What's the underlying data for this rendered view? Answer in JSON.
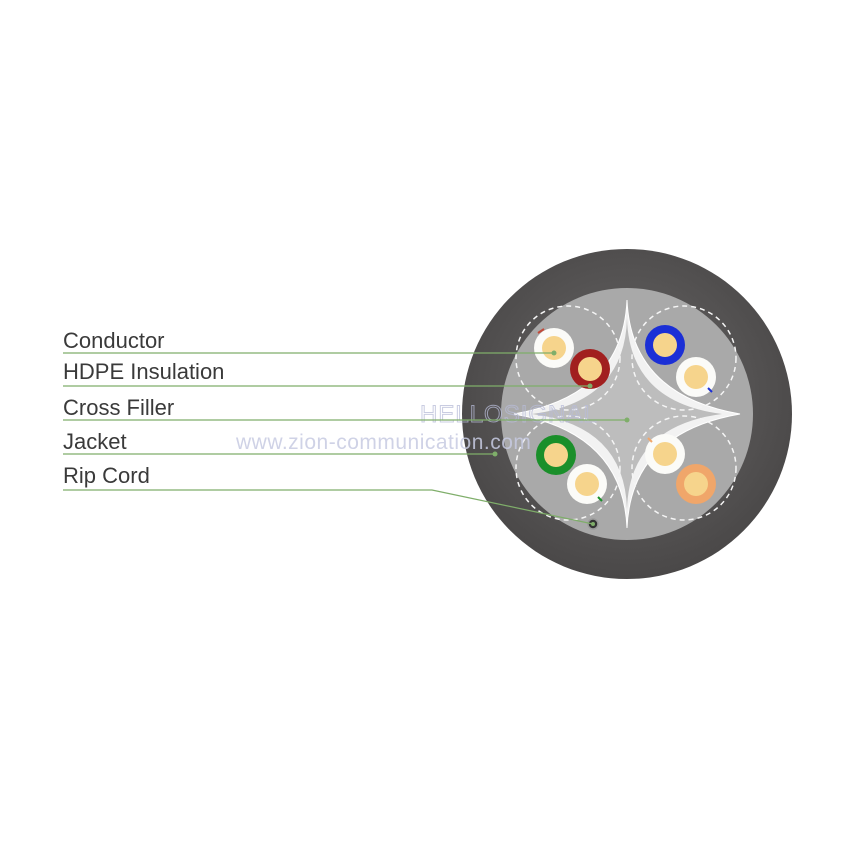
{
  "labels": {
    "conductor": "Conductor",
    "insulation": "HDPE Insulation",
    "cross_filler": "Cross Filler",
    "jacket": "Jacket",
    "rip_cord": "Rip Cord"
  },
  "watermark": {
    "brand": "HELLOSIGNAL",
    "url": "www.zion-communication.com"
  },
  "colors": {
    "jacket": "#555353",
    "core_fill": "#a9a9a9",
    "cross_filler": "#f2f2f2",
    "conductor": "#f6d48c",
    "insulation_white": "#fbfbf8",
    "pair_brown": "#a11f1f",
    "pair_blue": "#1b2fd6",
    "pair_green": "#1a8f2a",
    "pair_orange": "#f0a66a",
    "leader_line": "#7fae6a"
  }
}
